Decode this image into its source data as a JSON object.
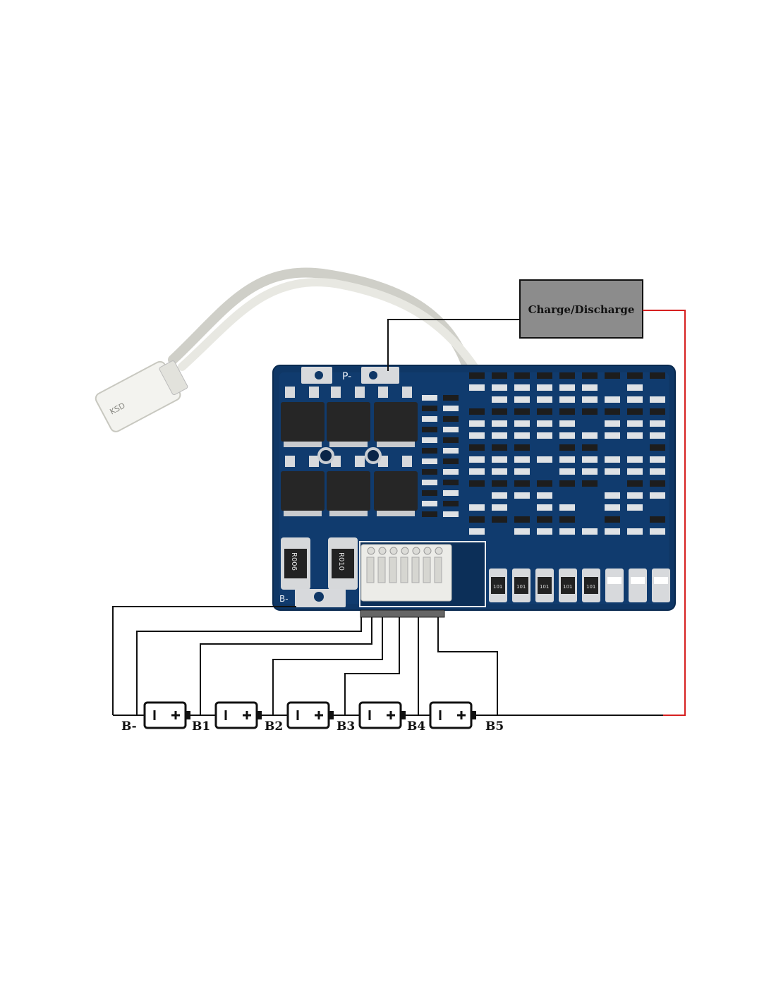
{
  "charge_box": {
    "label": "Charge/Discharge"
  },
  "battery_labels": [
    "B-",
    "B1",
    "B2",
    "B3",
    "B4",
    "B5"
  ],
  "board_labels": {
    "p_minus": "P-",
    "b_minus": "B-",
    "resistor_left": "R006",
    "resistor_right": "R010",
    "sensor_text": "KSD",
    "balance_resistor": "101"
  },
  "colors": {
    "wire": "#111111",
    "charge_wire": "#d62020",
    "pcb": "#0f3766",
    "box_fill": "#8c8c8c"
  }
}
